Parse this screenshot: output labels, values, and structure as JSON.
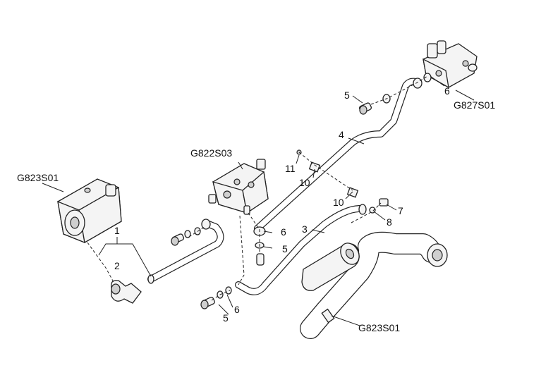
{
  "labels": {
    "g827": "G827S01",
    "g822": "G822S03",
    "g823_pump": "G823S01",
    "g823_tank": "G823S01",
    "n1": "1",
    "n2": "2",
    "n3": "3",
    "n4": "4",
    "n5_top": "5",
    "n5_mid": "5",
    "n5_bot": "5",
    "n6_top": "6",
    "n6_mid": "6",
    "n6_bot": "6",
    "n7": "7",
    "n8": "8",
    "n10_a": "10",
    "n10_b": "10",
    "n11": "11"
  }
}
